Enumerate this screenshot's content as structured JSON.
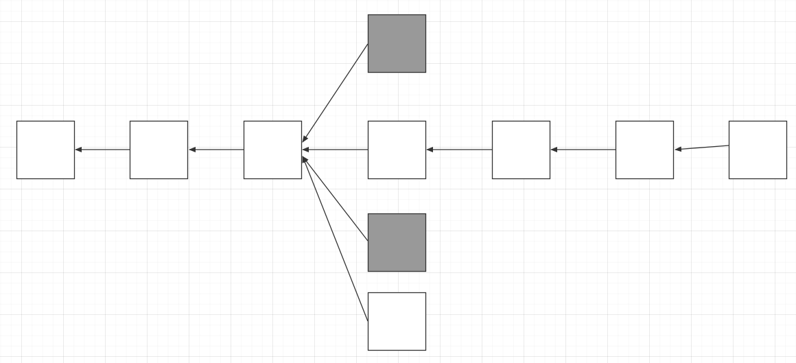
{
  "diagram": {
    "colors": {
      "node_fill": "#ffffff",
      "node_fill_highlight": "#999999",
      "stroke": "#333333"
    },
    "nodes": [
      {
        "id": "n1",
        "highlight": false
      },
      {
        "id": "n2",
        "highlight": false
      },
      {
        "id": "n3",
        "highlight": false
      },
      {
        "id": "n4",
        "highlight": false
      },
      {
        "id": "n5",
        "highlight": false
      },
      {
        "id": "n6",
        "highlight": false
      },
      {
        "id": "n7",
        "highlight": false
      },
      {
        "id": "top",
        "highlight": true
      },
      {
        "id": "lower",
        "highlight": true
      },
      {
        "id": "bottom",
        "highlight": false
      }
    ],
    "edges": [
      {
        "from": "n2",
        "to": "n1"
      },
      {
        "from": "n3",
        "to": "n2"
      },
      {
        "from": "top",
        "to": "n3"
      },
      {
        "from": "n4",
        "to": "n3"
      },
      {
        "from": "lower",
        "to": "n3"
      },
      {
        "from": "bottom",
        "to": "n3"
      },
      {
        "from": "n5",
        "to": "n4"
      },
      {
        "from": "n6",
        "to": "n5"
      },
      {
        "from": "n7",
        "to": "n6"
      }
    ]
  }
}
